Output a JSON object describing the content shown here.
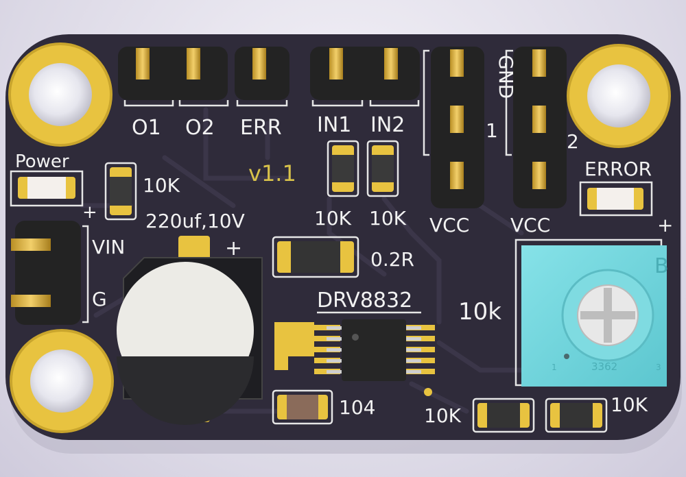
{
  "board": {
    "chip": "DRV8832",
    "version": "v1.1",
    "cap_label": "220uf,10V",
    "resistor_shunt": "0.2R",
    "cap_small": "104",
    "pot_value": "10k",
    "pot_marking": "3362",
    "pot_letter": "B",
    "pot_pin1": "1",
    "pot_pin3": "3",
    "led_power": "Power",
    "led_error": "ERROR",
    "vin": "VIN",
    "gnd_short": "G",
    "plus": "+",
    "header_top": [
      "O1",
      "O2",
      "ERR",
      "IN1",
      "IN2"
    ],
    "header_right": {
      "gnd": "GND",
      "vcc1": "VCC",
      "vcc2": "VCC",
      "n1": "1",
      "n2": "2"
    },
    "res": {
      "r_power": "10K",
      "r_in1": "10K",
      "r_in2": "10K",
      "r_bottom_left": "10K",
      "r_bottom_right": "10K"
    }
  },
  "colors": {
    "pcb": "#2f2b3a",
    "gold": "#e8c340",
    "silk": "#f2f2f2",
    "pot_body": "#74d8de",
    "header": "#232323"
  }
}
